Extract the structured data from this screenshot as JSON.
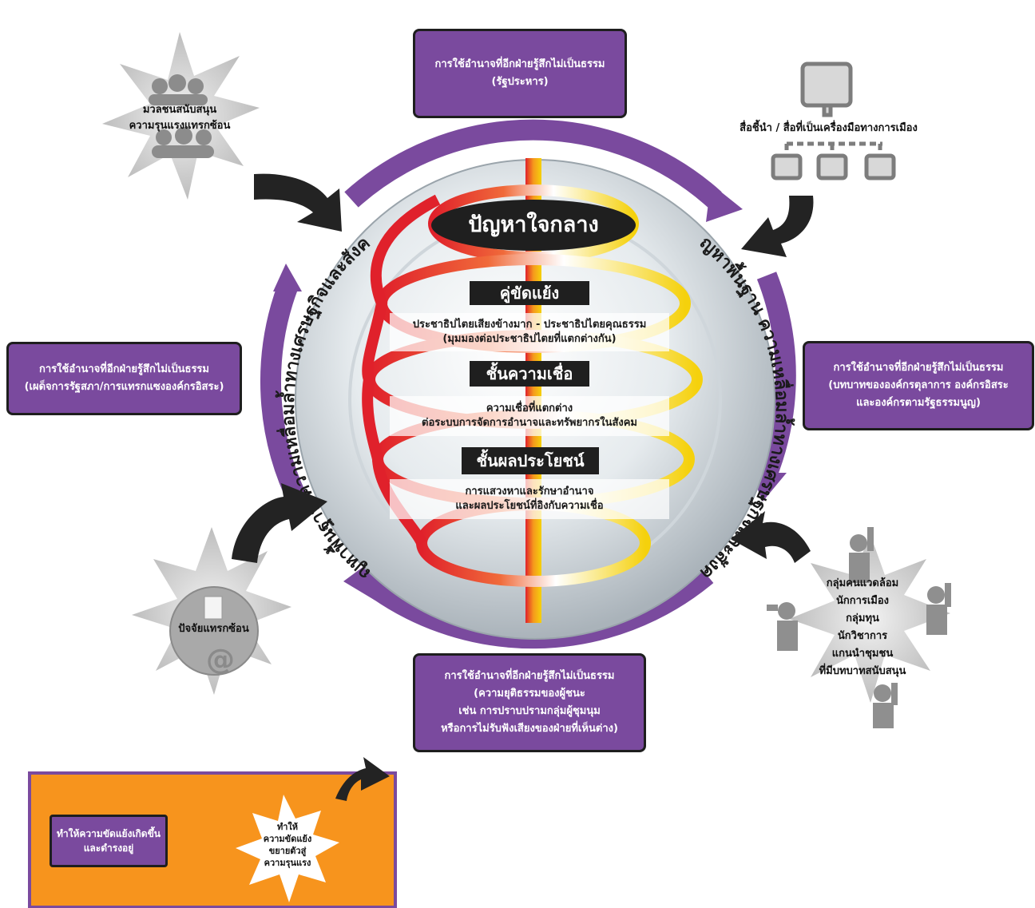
{
  "boxes": {
    "top": [
      "การใช้อำนาจที่อีกฝ่ายรู้สึกไม่เป็นธรรม",
      "(รัฐประหาร)"
    ],
    "left": [
      "การใช้อำนาจที่อีกฝ่ายรู้สึกไม่เป็นธรรม",
      "(เผด็จการรัฐสภา/การแทรกแซงองค์กรอิสระ)"
    ],
    "right": [
      "การใช้อำนาจที่อีกฝ่ายรู้สึกไม่เป็นธรรม",
      "(บทบาทขององค์กรตุลาการ องค์กรอิสระ",
      "และองค์กรตามรัฐธรรมนูญ)"
    ],
    "bottom": [
      "การใช้อำนาจที่อีกฝ่ายรู้สึกไม่เป็นธรรม",
      "(ความยุติธรรมของผู้ชนะ",
      "เช่น การปราบปรามกลุ่มผู้ชุมนุม",
      "หรือการไม่รับฟังเสียงของฝ่ายที่เห็นต่าง)"
    ]
  },
  "external_factors": {
    "mass": [
      "มวลชนสนับสนุน",
      "ความรุนแรงแทรกซ้อน"
    ],
    "media": "สื่อชี้นำ / สื่อที่เป็นเครื่องมือทางการเมือง",
    "intervening": "ปัจจัยแทรกซ้อน",
    "groups": [
      "กลุ่มคนแวดล้อม",
      "นักการเมือง",
      "กลุ่มทุน",
      "นักวิชาการ",
      "แกนนำชุมชน",
      "ที่มีบทบาทสนับสนุน"
    ]
  },
  "center": {
    "core": "ปัญหาใจกลาง",
    "parties": "คู่ขัดแย้ง",
    "parties_desc": [
      "ประชาธิปไตยเสียงข้างมาก - ประชาธิปไตยคุณธรรม",
      "(มุมมองต่อประชาธิปไตยที่แตกต่างกัน)"
    ],
    "belief": "ชั้นความเชื่อ",
    "belief_desc": [
      "ความเชื่อที่แตกต่าง",
      "ต่อระบบการจัดการอำนาจและทรัพยากรในสังคม"
    ],
    "interest": "ชั้นผลประโยชน์",
    "interest_desc": [
      "การแสวงหาและรักษาอำนาจ",
      "และผลประโยชน์ที่อิงกับความเชื่อ"
    ]
  },
  "ring_text": {
    "left": "ปัญหาพื้นฐาน ความเหลื่อมล้ำทางเศรษฐกิจและสังคม",
    "right": "ปัญหาพื้นฐาน ความเหลื่อมล้ำทางเศรษฐกิจและสังคม"
  },
  "legend": {
    "box": [
      "ทำให้ความขัดแย้งเกิดขึ้น",
      "และดำรงอยู่"
    ],
    "burst": [
      "ทำให้",
      "ความขัดแย้ง",
      "ขยายตัวสู่",
      "ความรุนแรง"
    ]
  },
  "colors": {
    "purple": "#7a4a9e",
    "dark": "#1e1e1e",
    "red_helix": "#e0212b",
    "yellow_helix": "#f5d10c",
    "orange_legend": "#f7941d",
    "burst_gray": "#c8c8c8"
  }
}
